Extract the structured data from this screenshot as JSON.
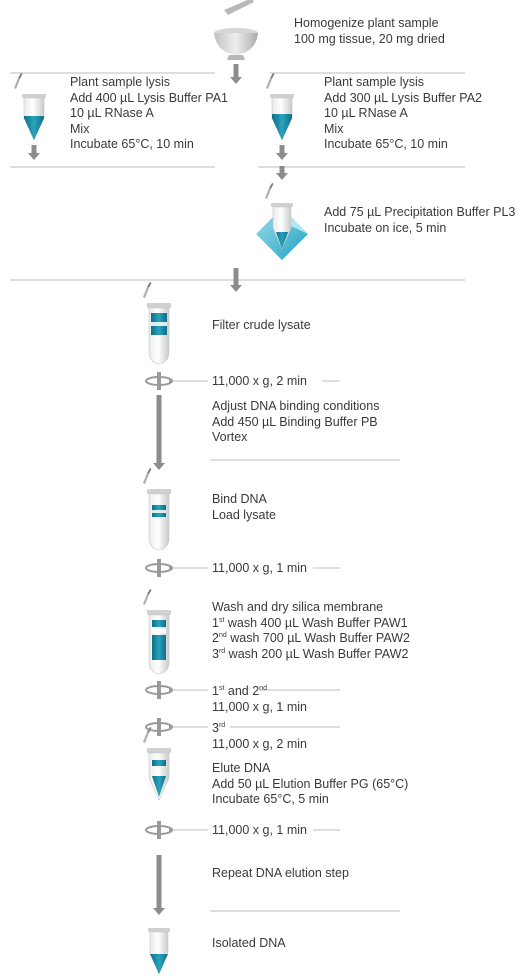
{
  "colors": {
    "teal": "#1f8fa6",
    "teal_dark": "#0f6e86",
    "teal_light": "#62c3d6",
    "divider": "#bdbdbd",
    "arrow": "#8c8c8c",
    "text": "#3a3a3a"
  },
  "steps": {
    "homogenize": {
      "title": "Homogenize plant sample",
      "detail": "100 mg tissue, 20 mg dried",
      "icon": "mortar-pestle-icon"
    },
    "lysis_pa1": {
      "lines": [
        "Plant sample lysis",
        "Add 400 µL Lysis Buffer PA1",
        "10 µL RNase A",
        "Mix",
        "Incubate 65°C, 10 min"
      ],
      "icon": "tube-icon"
    },
    "lysis_pa2": {
      "lines": [
        "Plant sample lysis",
        "Add 300 µL Lysis Buffer PA2",
        "10 µL RNase A",
        "Mix",
        "Incubate 65°C, 10 min"
      ],
      "icon": "tube-icon"
    },
    "precipitation": {
      "lines": [
        "Add 75 µL Precipitation Buffer PL3",
        "Incubate on ice, 5 min"
      ],
      "icon": "tube-on-ice-icon"
    },
    "filter": {
      "title": "Filter crude lysate",
      "icon": "filter-column-icon"
    },
    "spin1": "11,000 x g, 2 min",
    "binding_conditions": {
      "lines": [
        "Adjust DNA binding conditions",
        "Add 450 µL Binding Buffer PB",
        "Vortex"
      ]
    },
    "bind": {
      "lines": [
        "Bind DNA",
        "Load lysate"
      ],
      "icon": "spin-column-icon"
    },
    "spin2": "11,000 x g, 1 min",
    "wash": {
      "title": "Wash and dry silica membrane",
      "w1_ord": "1",
      "w1_sup": "st",
      "w1_text": " wash 400 µL Wash Buffer PAW1",
      "w2_ord": "2",
      "w2_sup": "nd",
      "w2_text": " wash 700 µL Wash Buffer PAW2",
      "w3_ord": "3",
      "w3_sup": "rd",
      "w3_text": " wash 200 µL Wash Buffer PAW2"
    },
    "wash_spin": {
      "a_1": "1",
      "a_1_sup": "st",
      "a_and": " and 2",
      "a_2_sup": "nd",
      "a_spin": "11,000 x g, 1 min",
      "b_3": "3",
      "b_3_sup": "rd",
      "b_spin": "11,000 x g, 2 min"
    },
    "elute": {
      "lines": [
        "Elute DNA",
        "Add 50 µL Elution Buffer PG (65°C)",
        "Incubate 65°C, 5 min"
      ],
      "icon": "elution-column-icon"
    },
    "spin3": "11,000 x g, 1 min",
    "repeat": "Repeat DNA elution step",
    "isolated": "Isolated DNA"
  },
  "icons": [
    "mortar-pestle-icon",
    "tube-icon",
    "tube-on-ice-icon",
    "filter-column-icon",
    "spin-column-icon",
    "rotor-icon",
    "down-arrow-icon"
  ]
}
